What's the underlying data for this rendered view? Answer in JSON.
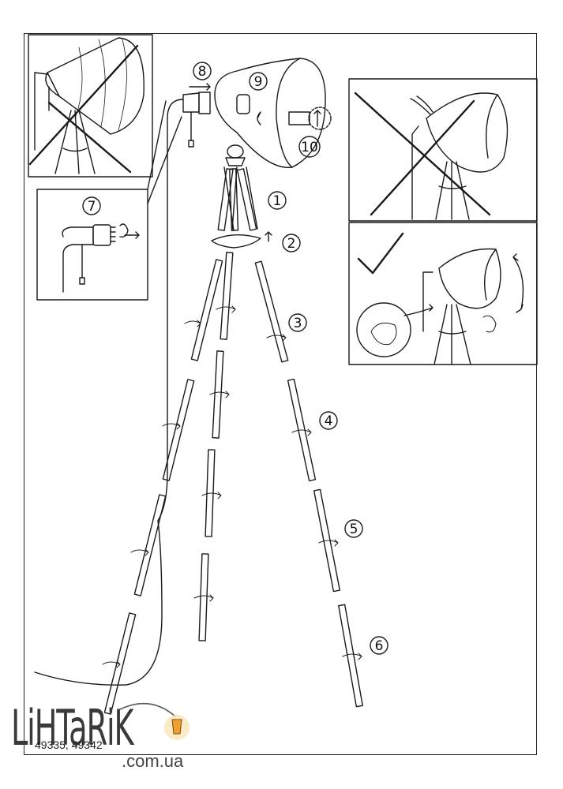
{
  "steps": [
    "1",
    "2",
    "3",
    "4",
    "5",
    "6",
    "7",
    "8",
    "9",
    "10"
  ],
  "model_codes": "49335, 49342",
  "watermark": {
    "name": "LiHTaRiK",
    "domain": ".com.ua",
    "lantern_color": "#f0a030"
  },
  "colors": {
    "line": "#1a1a1a",
    "background": "#ffffff"
  },
  "panels": {
    "top_left": "incorrect",
    "top_right": "incorrect",
    "mid_right": "correct",
    "inset_socket": "detail"
  },
  "icons": [
    "cross-mark-icon",
    "check-mark-icon",
    "rotate-arrow-icon",
    "up-arrow-icon",
    "lantern-icon"
  ]
}
